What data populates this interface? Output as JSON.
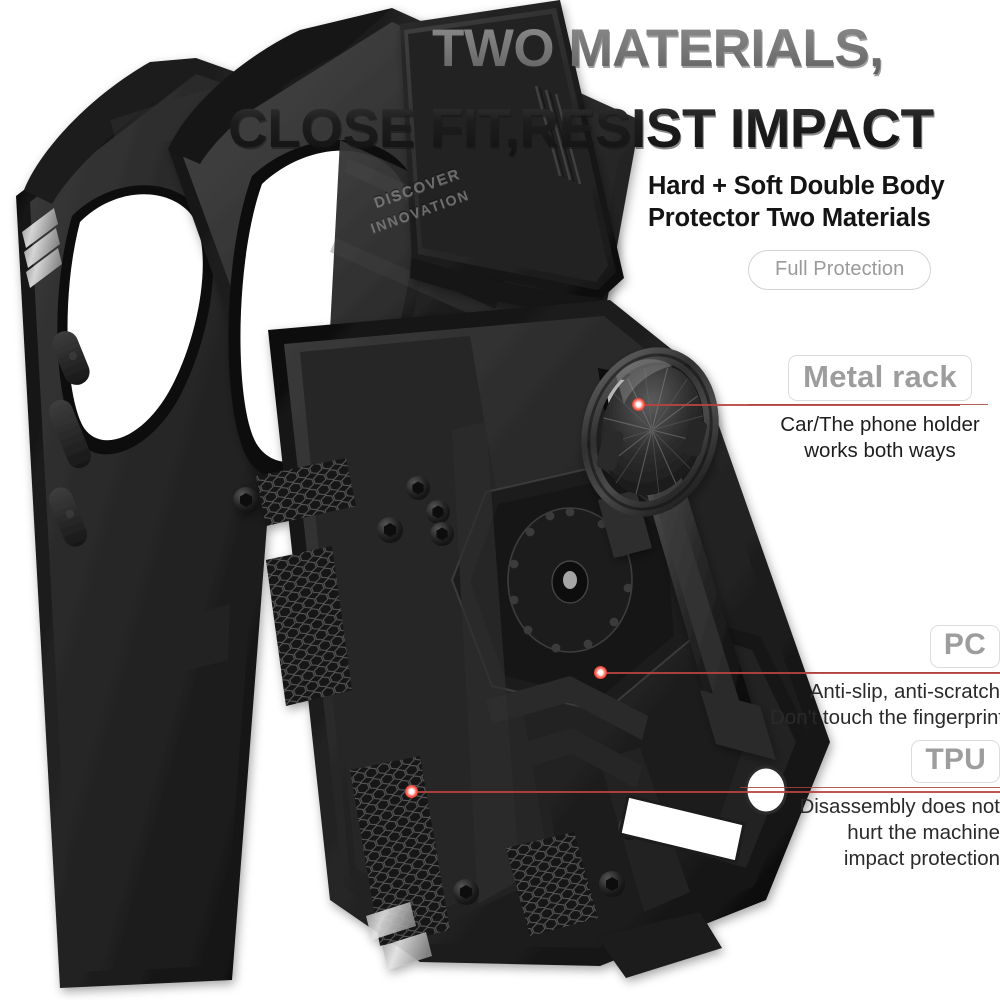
{
  "headline": {
    "line1": "TWO MATERIALS,",
    "line2": "CLOSE FIT,RESIST IMPACT",
    "line1_color": "#7a7a7a",
    "line2_color": "#1a1a1a"
  },
  "subhead": {
    "line1": "Hard + Soft Double Body",
    "line2": "Protector Two Materials",
    "badge": "Full Protection",
    "badge_color": "#9a9a9a"
  },
  "callouts": [
    {
      "id": "metal-rack",
      "chip": "Metal rack",
      "lines": [
        "Car/The phone holder",
        "works both ways"
      ],
      "rule_color": "#a8423c"
    },
    {
      "id": "pc",
      "chip": "PC",
      "lines": [
        "Anti-slip, anti-scratch",
        "Don't touch the fingerprint"
      ],
      "rule_color": "#a8423c"
    },
    {
      "id": "tpu",
      "chip": "TPU",
      "lines": [
        "Disassembly does not",
        "hurt the machine",
        "impact protection"
      ],
      "rule_color": "#a8423c"
    }
  ],
  "product": {
    "embossed_line1": "DISCOVER",
    "embossed_line2": "INNOVATION",
    "accent_marker_color": "#e8483a",
    "case_body_color": "#1c1c1c",
    "case_highlight_color": "#4a4a4a"
  }
}
